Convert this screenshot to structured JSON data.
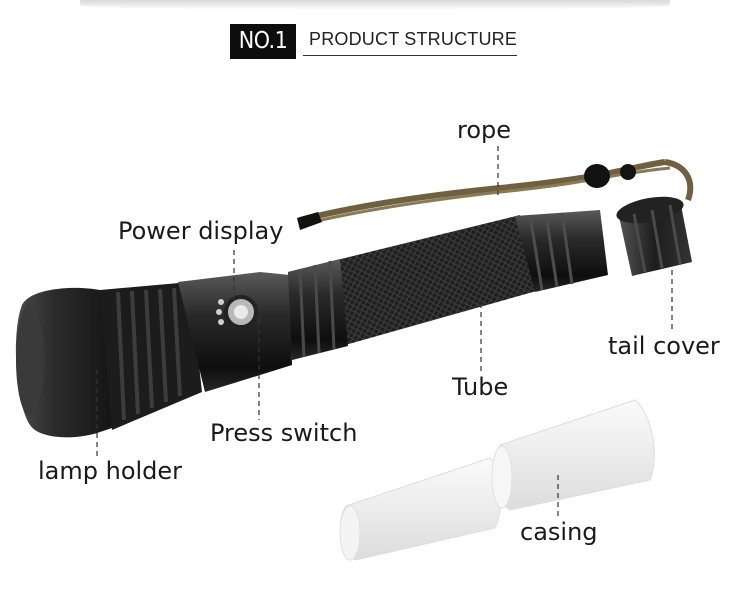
{
  "header": {
    "badge": "NO.1",
    "title": "PRODUCT STRUCTURE"
  },
  "labels": {
    "rope": "rope",
    "power_display": "Power display",
    "tail_cover": "tail cover",
    "tube": "Tube",
    "press_switch": "Press switch",
    "lamp_holder": "lamp holder",
    "casing": "casing"
  },
  "colors": {
    "body": "#1c1c1c",
    "rope": "#7a6a45",
    "casing": "#eeeeee",
    "leader": "#333333"
  }
}
